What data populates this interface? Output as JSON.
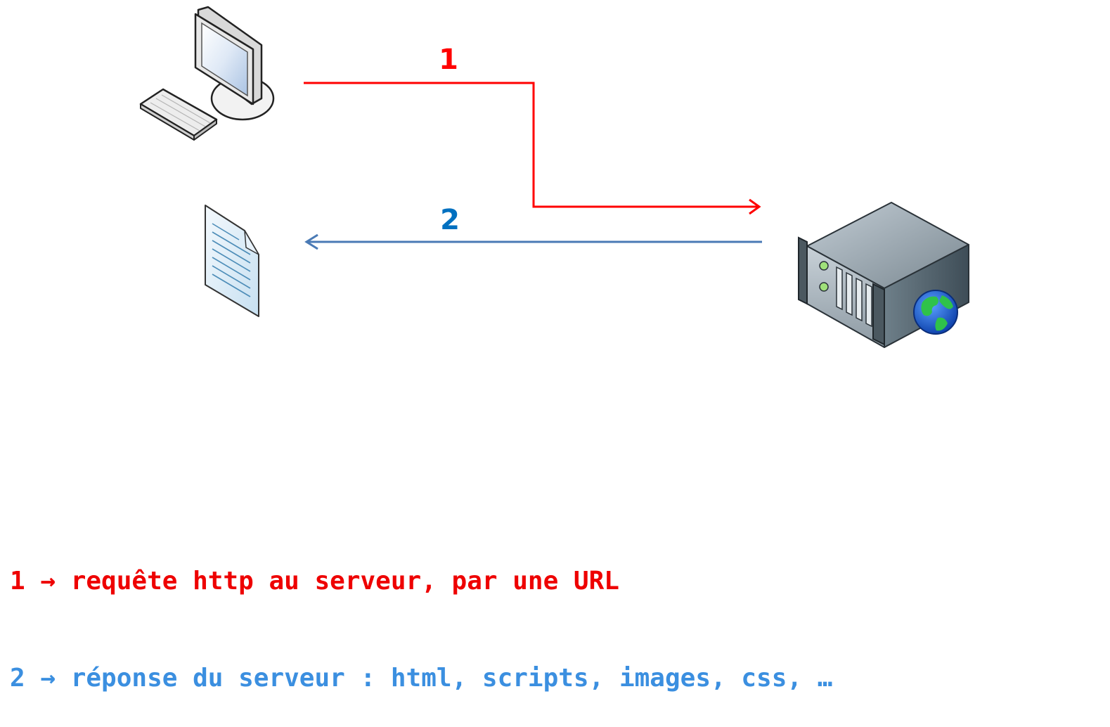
{
  "arrows": {
    "request": {
      "number": "1",
      "color": "#ff0000"
    },
    "response": {
      "number": "2",
      "color": "#0070c0",
      "line_color": "#4a7ab5"
    }
  },
  "icons": {
    "client": "desktop-computer-icon",
    "document": "document-icon",
    "server": "web-server-icon"
  },
  "legend": {
    "line1": "1 → requête http au serveur, par une URL",
    "line2": "2 → réponse du serveur : html, scripts, images, css, …",
    "color1": "#ee0000",
    "color2": "#3b8fe0"
  }
}
